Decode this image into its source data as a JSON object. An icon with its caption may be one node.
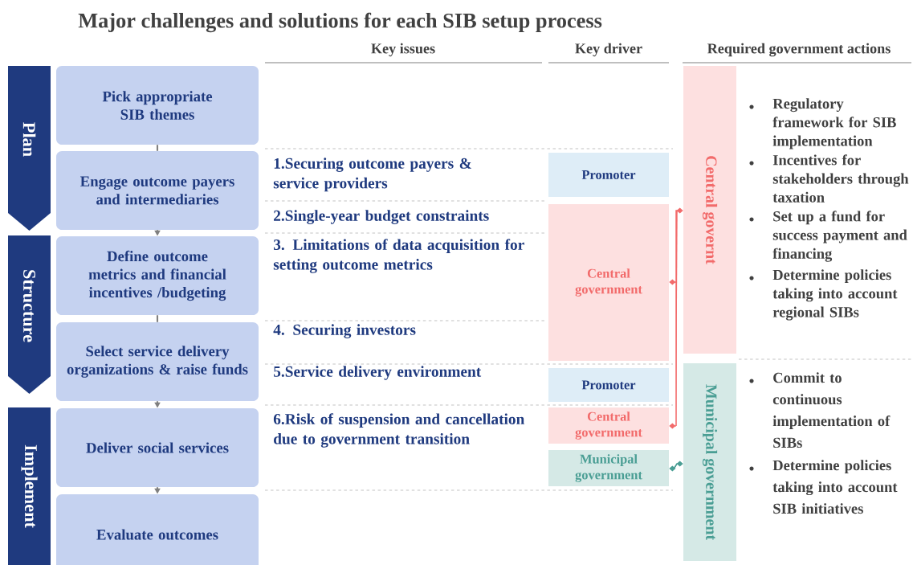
{
  "diagram": {
    "title": "Major challenges and solutions for each SIB setup process",
    "nodes": [
      {
        "text": [
          "Plan"
        ]
      },
      {
        "text": [
          "Structure"
        ]
      },
      {
        "text": [
          "Implement"
        ]
      },
      {
        "text": [
          "Pick appropriate SIB themes"
        ]
      },
      {
        "text": [
          "Engage outcome payers and intermediaries"
        ]
      },
      {
        "text": [
          "Define outcome metrics and financial incentives /budgeting"
        ]
      },
      {
        "text": [
          "Select service delivery organizations & raise funds"
        ]
      },
      {
        "text": [
          "Deliver social services"
        ]
      },
      {
        "text": [
          "Evaluate outcomes"
        ]
      },
      {
        "text": [
          "Promoter"
        ]
      },
      {
        "text": [
          "Central government"
        ]
      },
      {
        "text": [
          "Promoter"
        ]
      },
      {
        "text": [
          "Central government"
        ]
      },
      {
        "text": [
          "Municipal government"
        ]
      },
      {
        "text": [
          "Central governt"
        ]
      },
      {
        "text": [
          "Municipal government"
        ]
      }
    ],
    "edges": [
      {
        "from": 3,
        "to": 4,
        "arrow": "none"
      },
      {
        "from": 4,
        "to": 5,
        "arrow": "to"
      },
      {
        "from": 5,
        "to": 6,
        "arrow": "none"
      },
      {
        "from": 6,
        "to": 7,
        "arrow": "to"
      },
      {
        "from": 7,
        "to": 8,
        "arrow": "to"
      },
      {
        "from": 10,
        "to": 14,
        "arrow": "other",
        "color": "#f26b6b"
      },
      {
        "from": 12,
        "to": 14,
        "arrow": "other",
        "color": "#f26b6b"
      },
      {
        "from": 13,
        "to": 15,
        "arrow": "other",
        "color": "#4a9e94"
      }
    ],
    "labels": [
      "Key issues",
      "Key driver",
      "Required government actions",
      "1.Securing outcome payers & service providers",
      "2.Single-year budget constraints",
      "3. Limitations of data acquisition for setting outcome metrics",
      "4. Securing investors",
      "5.Service delivery environment",
      "6.Risk of suspension and cancellation due to government transition",
      "Regulatory framework for SIB implementation",
      "Incentives for stakeholders through taxation",
      "Set up a fund for success payment and financing",
      "Determine policies taking into account regional SIBs",
      "Commit to continuous implementation of SIBs",
      "Determine policies taking into account SIB initiatives"
    ]
  }
}
